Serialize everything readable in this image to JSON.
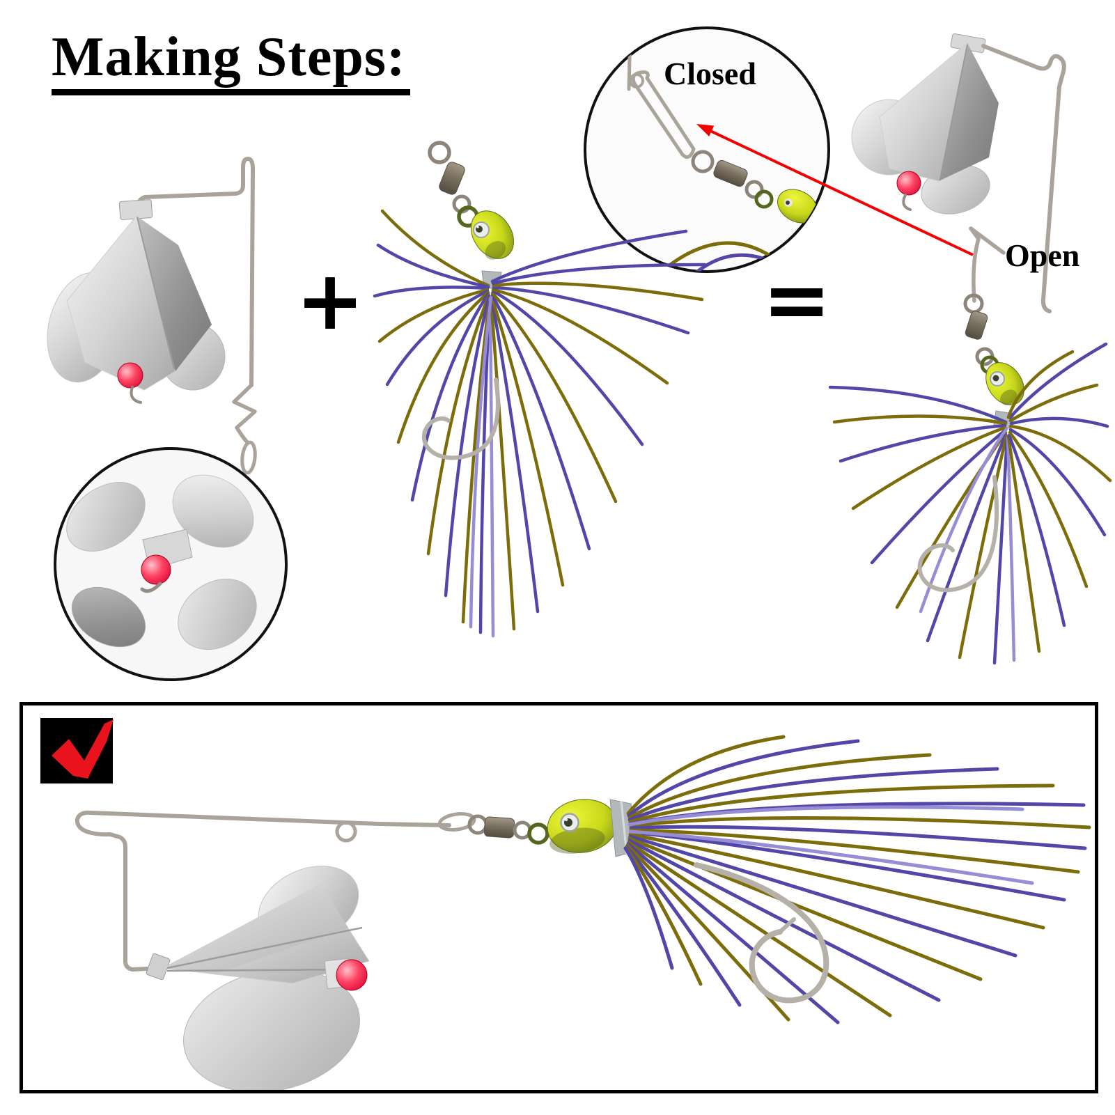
{
  "title": "Making Steps:",
  "inset_labels": {
    "closed": "Closed",
    "open": "Open"
  },
  "operators": {
    "plus": "+",
    "equals": "="
  },
  "colors": {
    "accent_red": "#f40000",
    "check_red": "#e8131c",
    "bead_red": "#ff2446",
    "skirt_purple": "#5246a8",
    "skirt_olive": "#7c6c0a",
    "head_chartreuse": "#c3d418",
    "metal_silver": "#c9c9c9",
    "wire_gray": "#a9a39a",
    "background": "#ffffff"
  }
}
